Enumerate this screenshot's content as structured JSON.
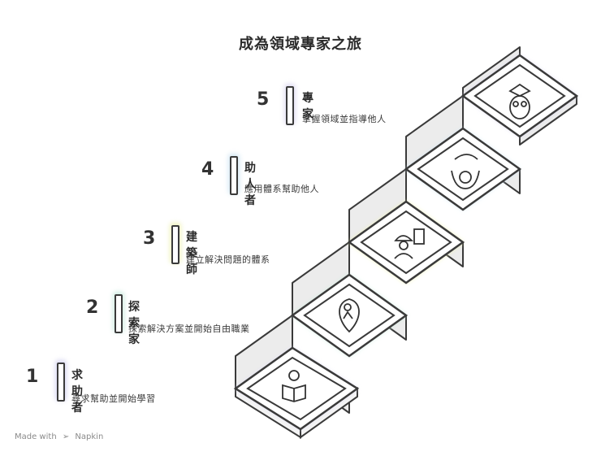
{
  "title": "成為領域專家之旅",
  "stages": [
    {
      "number": "1",
      "name": "求助者",
      "desc": "尋求幫助並開始學習",
      "glow": "#b9b7e8",
      "icon": "book-reader-icon"
    },
    {
      "number": "2",
      "name": "探索家",
      "desc": "探索解決方案並開始自由職業",
      "glow": "#a8ddc9",
      "icon": "map-pin-person-icon"
    },
    {
      "number": "3",
      "name": "建築師",
      "desc": "建立解決問題的體系",
      "glow": "#e4ea8a",
      "icon": "builder-helmet-icon"
    },
    {
      "number": "4",
      "name": "助人者",
      "desc": "應用體系幫助他人",
      "glow": "#b5d8ec",
      "icon": "helping-hand-icon"
    },
    {
      "number": "5",
      "name": "專家",
      "desc": "掌握領域並指導他人",
      "glow": "#c9c3e8",
      "icon": "owl-icon"
    }
  ],
  "footer": {
    "made_with": "Made with",
    "brand": "Napkin"
  }
}
